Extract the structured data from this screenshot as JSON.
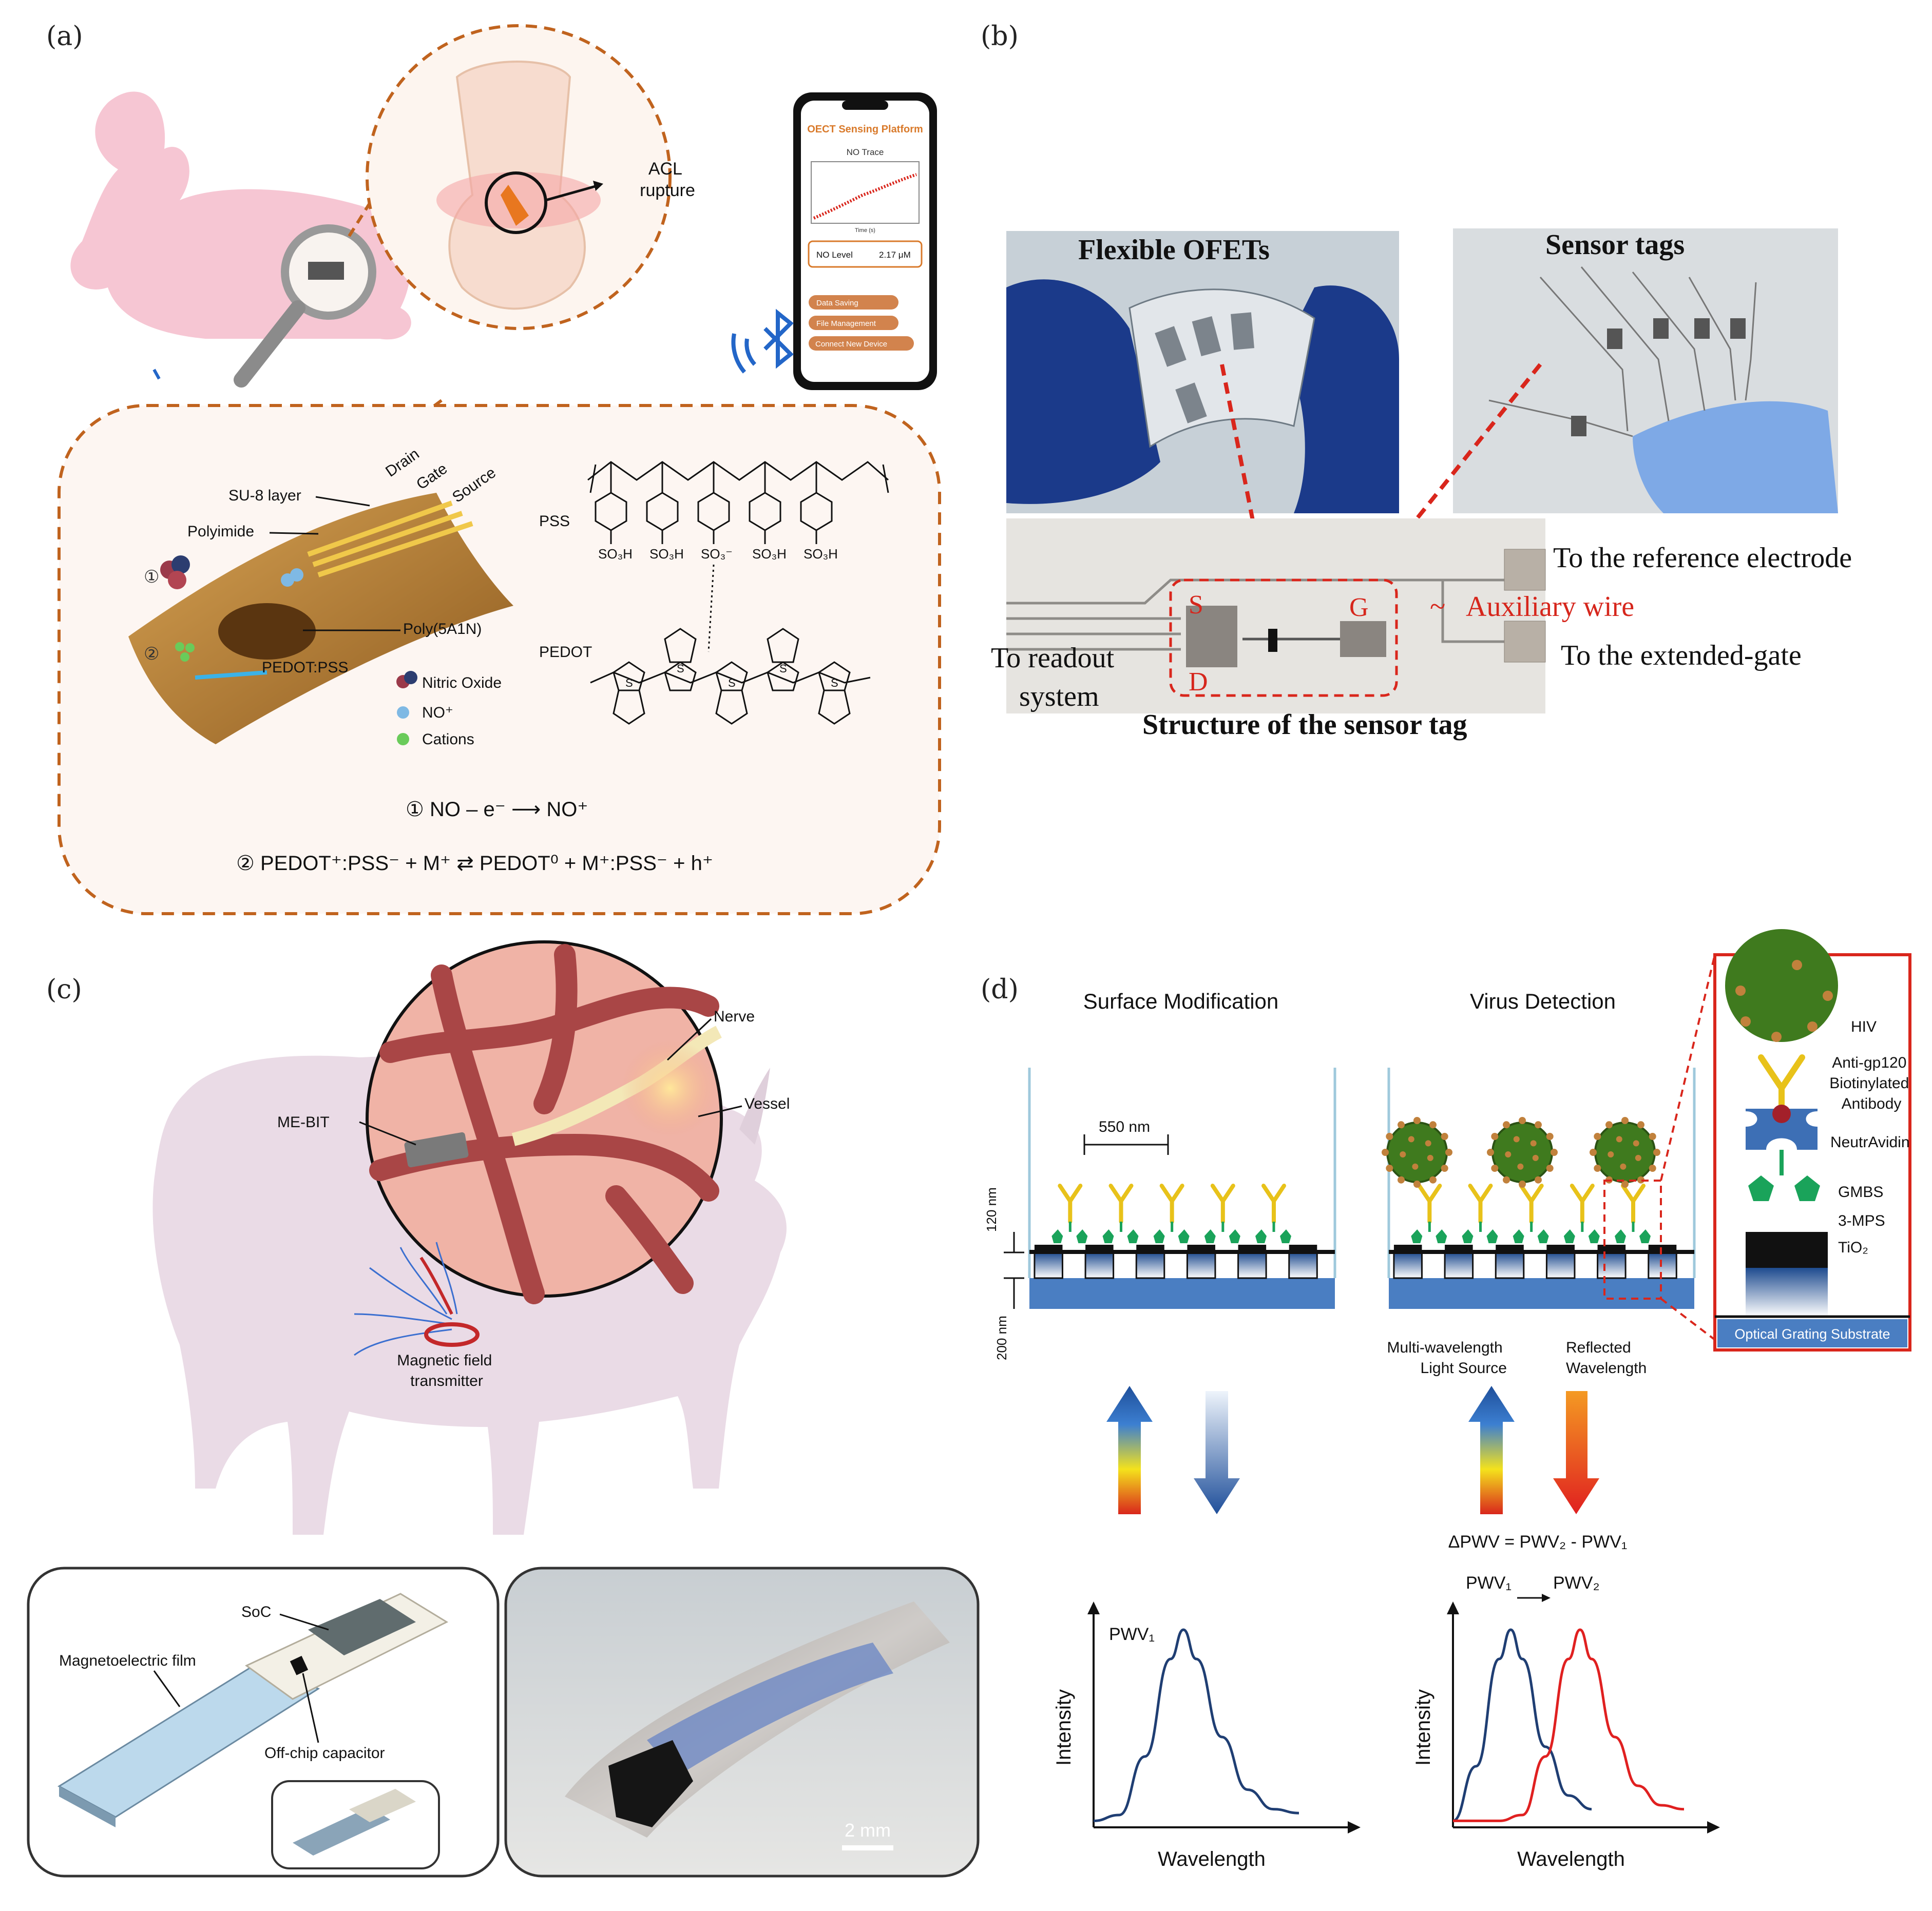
{
  "panels": {
    "a": {
      "label": "(a)",
      "acl": "ACL\nrupture",
      "phone": {
        "title": "OECT Sensing Platform",
        "chart_title": "NO Trace",
        "x_axis": "Time (s)",
        "level_label": "NO Level",
        "level_value": "2.17 μM",
        "buttons": [
          "Data Saving",
          "File Management",
          "Connect New Device"
        ]
      },
      "device_labels": [
        "Drain",
        "Gate",
        "Source",
        "SU-8 layer",
        "Polyimide",
        "Poly(5A1N)",
        "PEDOT:PSS"
      ],
      "markers": [
        "①",
        "②"
      ],
      "legend": [
        "Nitric Oxide",
        "NO⁺",
        "Cations"
      ],
      "chem": {
        "pss": "PSS",
        "pedot": "PEDOT",
        "so3h": "SO₃H",
        "so3minus": "SO₃⁻",
        "s": "S"
      },
      "eq1": "① NO – e⁻ ⟶ NO⁺",
      "eq2": "② PEDOT⁺:PSS⁻ + M⁺ ⇄ PEDOT⁰ + M⁺:PSS⁻ + h⁺"
    },
    "b": {
      "label": "(b)",
      "photo1": "Flexible OFETs",
      "photo2": "Sensor tags",
      "ref": "To the reference electrode",
      "aux": "Auxiliary wire",
      "ext": "To the extended-gate",
      "readout": "To readout\nsystem",
      "caption": "Structure of the sensor tag",
      "s": "S",
      "g": "G",
      "d": "D"
    },
    "c": {
      "label": "(c)",
      "nerve": "Nerve",
      "vessel": "Vessel",
      "mebit": "ME-BIT",
      "transmitter": "Magnetic field\ntransmitter",
      "soc": "SoC",
      "film": "Magnetoelectric film",
      "capacitor": "Off-chip capacitor",
      "scale": "2 mm"
    },
    "d": {
      "label": "(d)",
      "title1": "Surface Modification",
      "title2": "Virus Detection",
      "period": "550 nm",
      "dim120": "120 nm",
      "dim200": "200 nm",
      "inset": [
        "HIV",
        "Anti-gp120\nBiotinylated\nAntibody",
        "NeutrAvidin",
        "GMBS",
        "3-MPS",
        "TiO₂"
      ],
      "substrate": "Optical Grating Substrate",
      "light": "Multi-wavelength\nLight Source",
      "reflected": "Reflected\nWavelength",
      "delta": "ΔPWV = PWV₂ - PWV₁",
      "pwv1": "PWV₁",
      "pwv2": "PWV₂",
      "ylabel": "Intensity",
      "xlabel": "Wavelength"
    }
  },
  "colors": {
    "orange_dash": "#c0631e",
    "red_dash": "#d9261c",
    "rabbit": "#f6c6d3",
    "pig": "#eadbe6",
    "substrate_blue": "#4a7ec2",
    "curve_blue": "#1f3e73",
    "curve_red": "#e02020",
    "virus_green": "#3f7a1e",
    "antibody_yellow": "#e8c21a",
    "linker_green": "#1aa35a"
  },
  "chart_data": [
    {
      "type": "line",
      "title": "",
      "xlabel": "Wavelength",
      "ylabel": "Intensity",
      "series": [
        {
          "name": "PWV₁",
          "x": [
            0.0,
            0.1,
            0.2,
            0.3,
            0.35,
            0.4,
            0.5,
            0.6,
            0.7,
            0.8
          ],
          "values": [
            0.02,
            0.05,
            0.35,
            0.85,
            1.0,
            0.85,
            0.45,
            0.18,
            0.08,
            0.06
          ]
        }
      ]
    },
    {
      "type": "line",
      "title": "",
      "xlabel": "Wavelength",
      "ylabel": "Intensity",
      "series": [
        {
          "name": "PWV₁",
          "x": [
            0.0,
            0.1,
            0.2,
            0.25,
            0.3,
            0.4,
            0.5,
            0.6
          ],
          "values": [
            0.02,
            0.3,
            0.85,
            1.0,
            0.85,
            0.4,
            0.15,
            0.08
          ]
        },
        {
          "name": "PWV₂",
          "x": [
            0.0,
            0.2,
            0.3,
            0.4,
            0.5,
            0.55,
            0.6,
            0.7,
            0.8,
            0.9,
            1.0
          ],
          "values": [
            0.02,
            0.02,
            0.05,
            0.35,
            0.85,
            1.0,
            0.85,
            0.45,
            0.2,
            0.1,
            0.08
          ]
        }
      ]
    }
  ]
}
